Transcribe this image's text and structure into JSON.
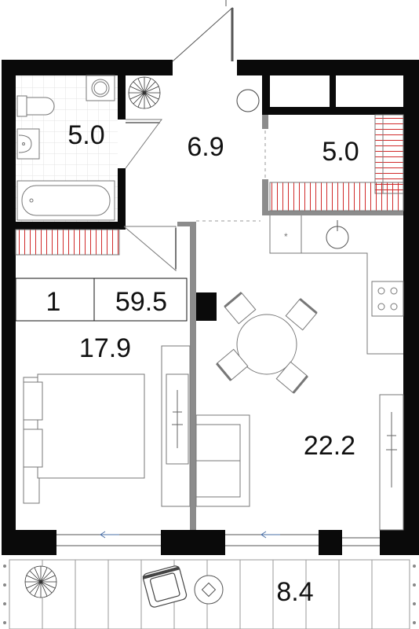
{
  "plan": {
    "rooms_count": "1",
    "total_area": "59.5",
    "rooms": [
      {
        "key": "bathroom",
        "area": "5.0"
      },
      {
        "key": "hall",
        "area": "6.9"
      },
      {
        "key": "wardrobe",
        "area": "5.0"
      },
      {
        "key": "bedroom",
        "area": "17.9"
      },
      {
        "key": "living_kitchen",
        "area": "22.2"
      },
      {
        "key": "balcony",
        "area": "8.4"
      }
    ]
  },
  "colors": {
    "wall": "#0a0a0a",
    "partition": "#8c8c8c",
    "line": "#9a9a9a",
    "tile": "#e3e3e3",
    "wardrobe_hatch": "#d12a2a"
  },
  "icons": [
    "plant-icon",
    "washbasin-icon",
    "toilet-icon",
    "bathtub-icon",
    "boiler-icon",
    "sink-icon",
    "stove-icon",
    "bed-icon",
    "dining-table-icon",
    "chair-icon",
    "sofa-icon",
    "armchair-icon",
    "door-swing-icon",
    "sliding-door-arrow-icon"
  ]
}
